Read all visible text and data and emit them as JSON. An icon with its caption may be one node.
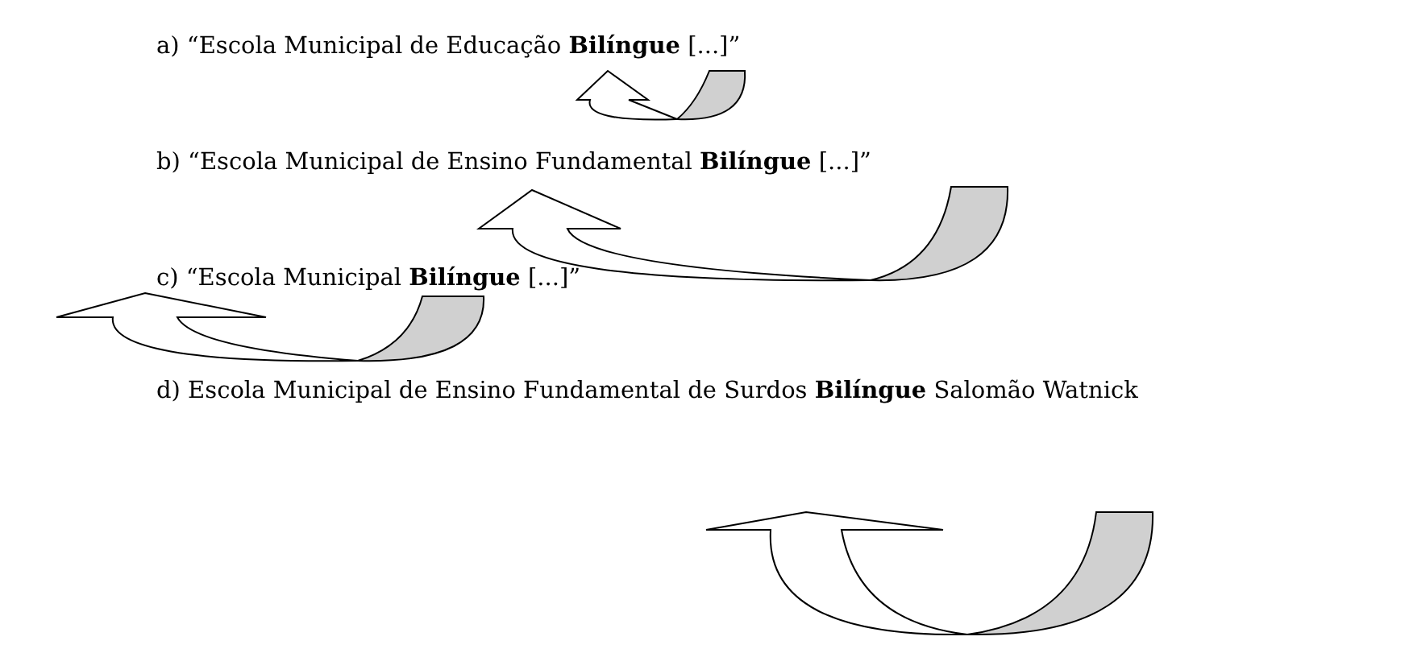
{
  "diagram": {
    "labels": [
      "a) “Escola Municipal de Educação **Bilíngue** [...]”",
      "b) “Escola Municipal de Ensino Fundamental **Bilíngue** [...]”",
      "c) “Escola Municipal **Bilíngue** [...]”",
      "d) Escola Municipal de Ensino Fundamental de Surdos **Bilíngue** Salomão Watnick"
    ]
  }
}
